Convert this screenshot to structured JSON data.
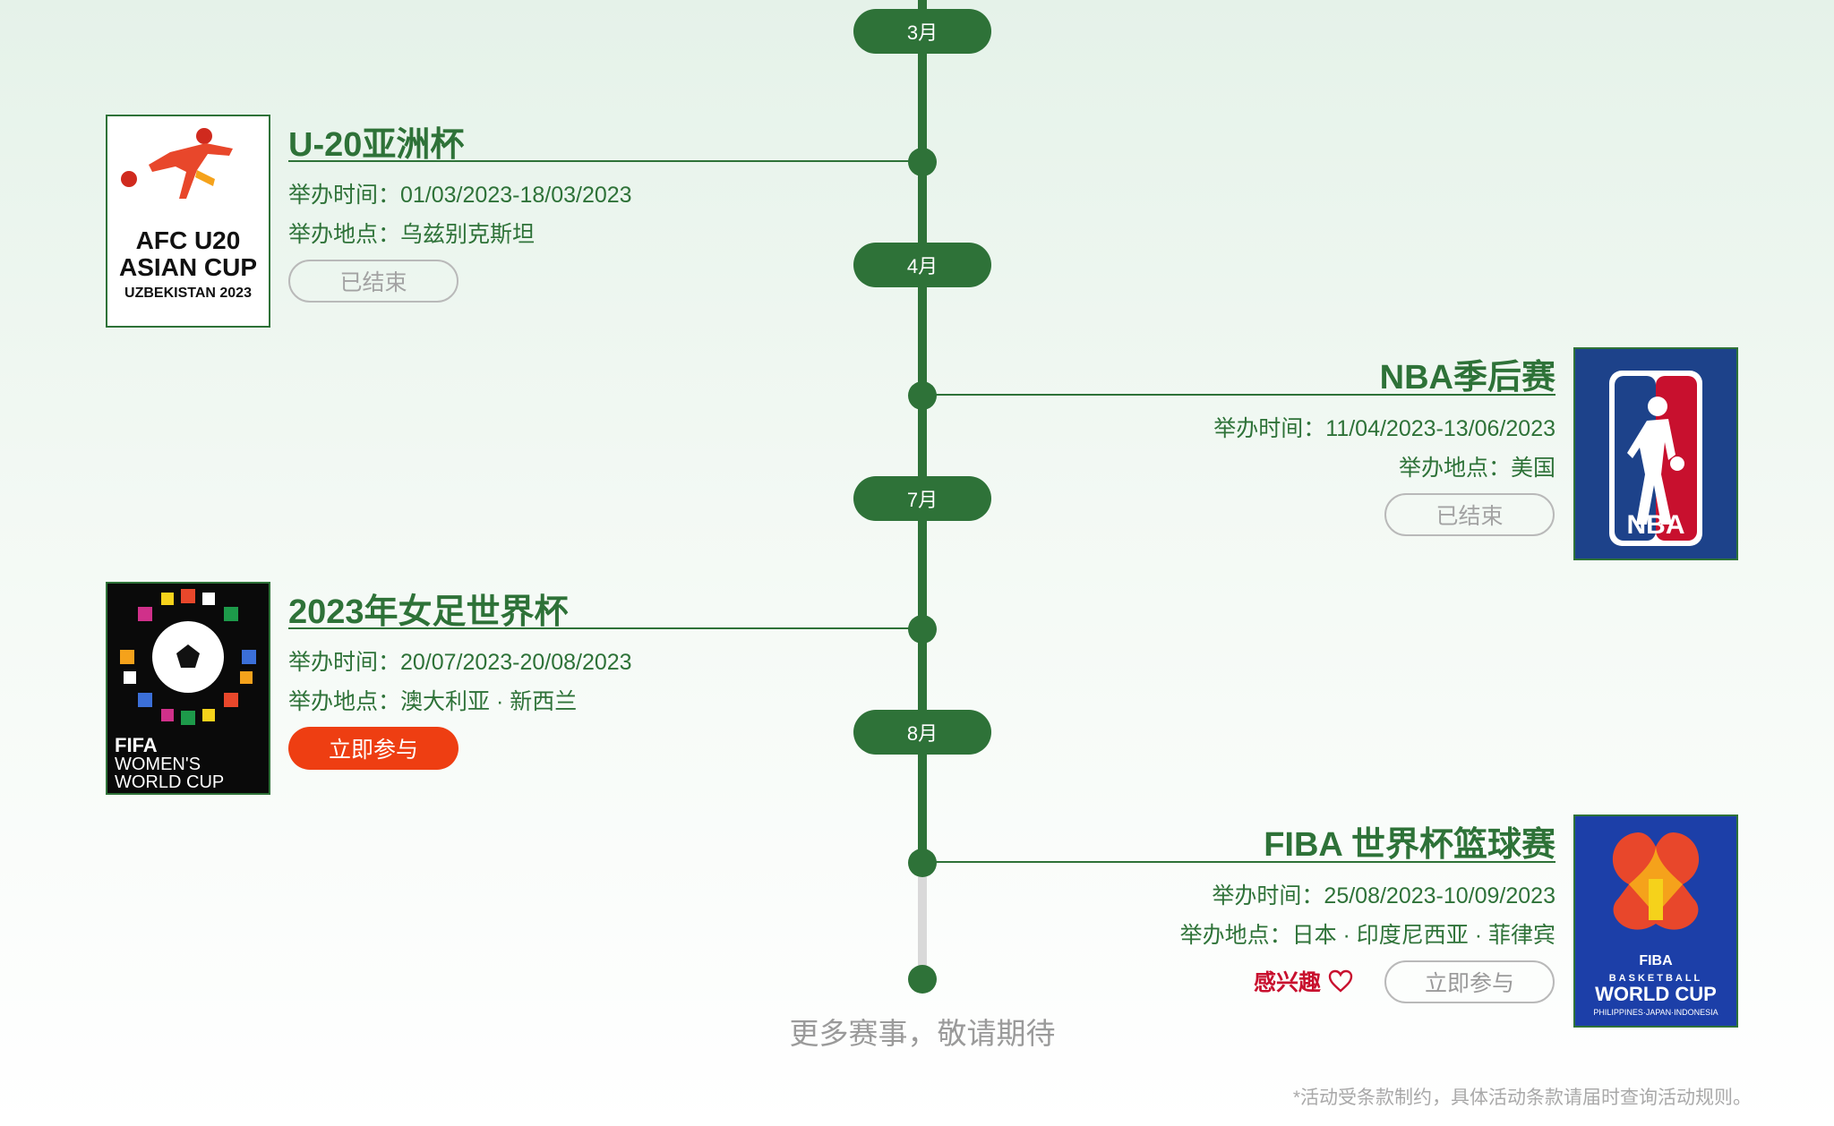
{
  "months": [
    "3月",
    "4月",
    "7月",
    "8月"
  ],
  "events": [
    {
      "title": "U-20亚洲杯",
      "time": "举办时间：01/03/2023-18/03/2023",
      "place": "举办地点：乌兹别克斯坦",
      "button": "已结束",
      "logo_text": [
        "AFC U20",
        "ASIAN CUP",
        "UZBEKISTAN 2023"
      ]
    },
    {
      "title": "NBA季后赛",
      "time": "举办时间：11/04/2023-13/06/2023",
      "place": "举办地点：美国",
      "button": "已结束",
      "logo_text": [
        "NBA"
      ]
    },
    {
      "title": "2023年女足世界杯",
      "time": "举办时间：20/07/2023-20/08/2023",
      "place": "举办地点：澳大利亚 · 新西兰",
      "button": "立即参与",
      "logo_text": [
        "FIFA",
        "WOMEN'S",
        "WORLD CUP"
      ]
    },
    {
      "title": "FIBA 世界杯篮球赛",
      "time": "举办时间：25/08/2023-10/09/2023",
      "place": "举办地点：日本 · 印度尼西亚 · 菲律宾",
      "button": "立即参与",
      "interest": "感兴趣",
      "logo_text": [
        "FIBA",
        "BASKETBALL",
        "WORLD CUP",
        "PHILIPPINES·JAPAN·INDONESIA"
      ]
    }
  ],
  "more_text": "更多赛事，敬请期待",
  "footnote": "*活动受条款制约，具体活动条款请届时查询活动规则。",
  "colors": {
    "brand_green": "#2e7238",
    "cta_orange": "#ee3e12",
    "interest_red": "#c8102e",
    "nba_blue": "#1d428a",
    "fiba_blue": "#1c3fa8"
  }
}
